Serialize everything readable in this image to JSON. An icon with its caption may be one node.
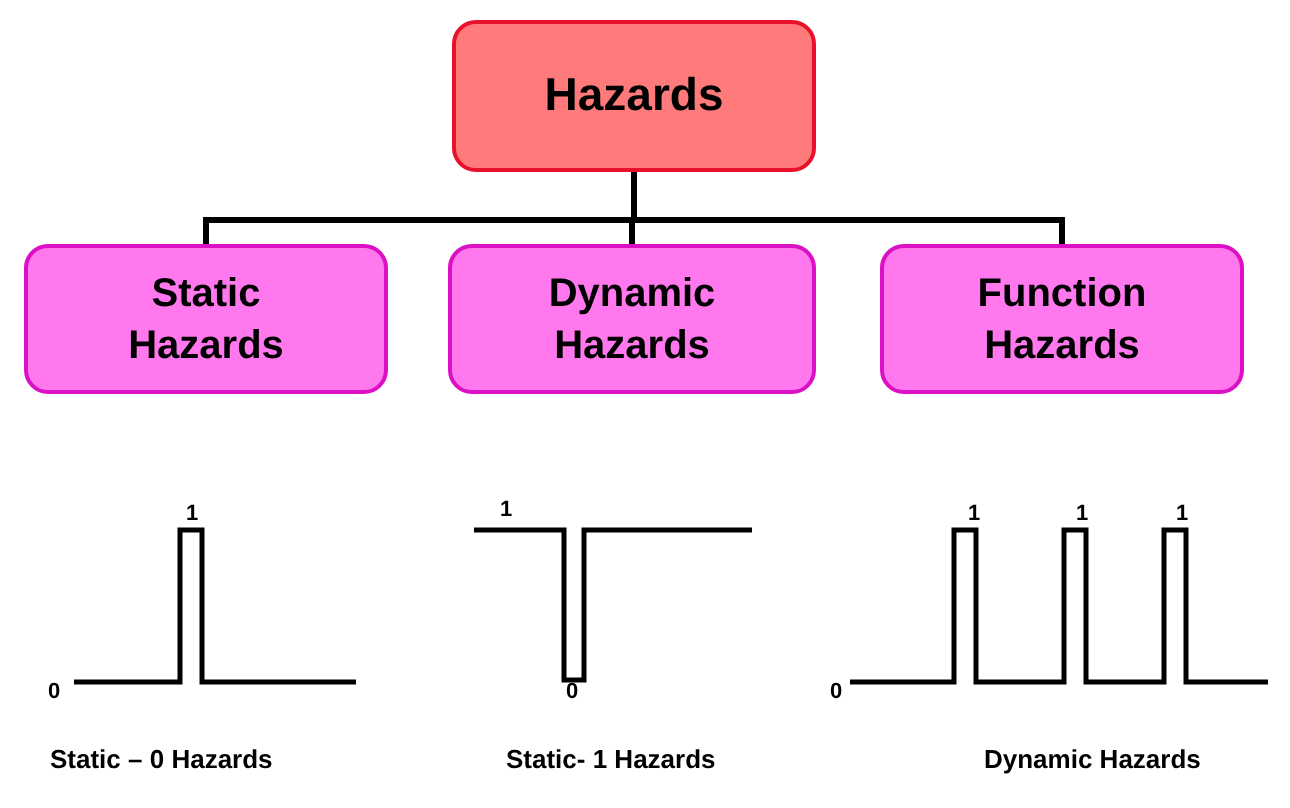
{
  "diagram": {
    "nodes": [
      {
        "text": [
          "Hazards"
        ]
      },
      {
        "text": [
          "Static Hazards"
        ]
      },
      {
        "text": [
          "Dynamic Hazards"
        ]
      },
      {
        "text": [
          "Function Hazards"
        ]
      }
    ],
    "edges": [
      {
        "from": 0,
        "to": 1,
        "arrow": "none"
      },
      {
        "from": 0,
        "to": 2,
        "arrow": "none"
      },
      {
        "from": 0,
        "to": 3,
        "arrow": "none"
      }
    ],
    "labels": [
      "1",
      "1",
      "1",
      "1",
      "1",
      "0",
      "0",
      "0",
      "Static – 0 Hazards",
      "Static- 1 Hazards",
      "Dynamic Hazards"
    ]
  }
}
